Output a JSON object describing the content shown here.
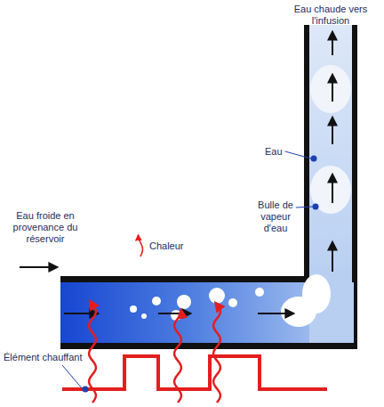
{
  "diagram": {
    "labels": [
      "Eau chaude vers l'infusion",
      "Eau",
      "Bulle de vapeur d'eau",
      "Eau froide en provenance du réservoir",
      "Chaleur",
      "Élément chauffant"
    ]
  }
}
